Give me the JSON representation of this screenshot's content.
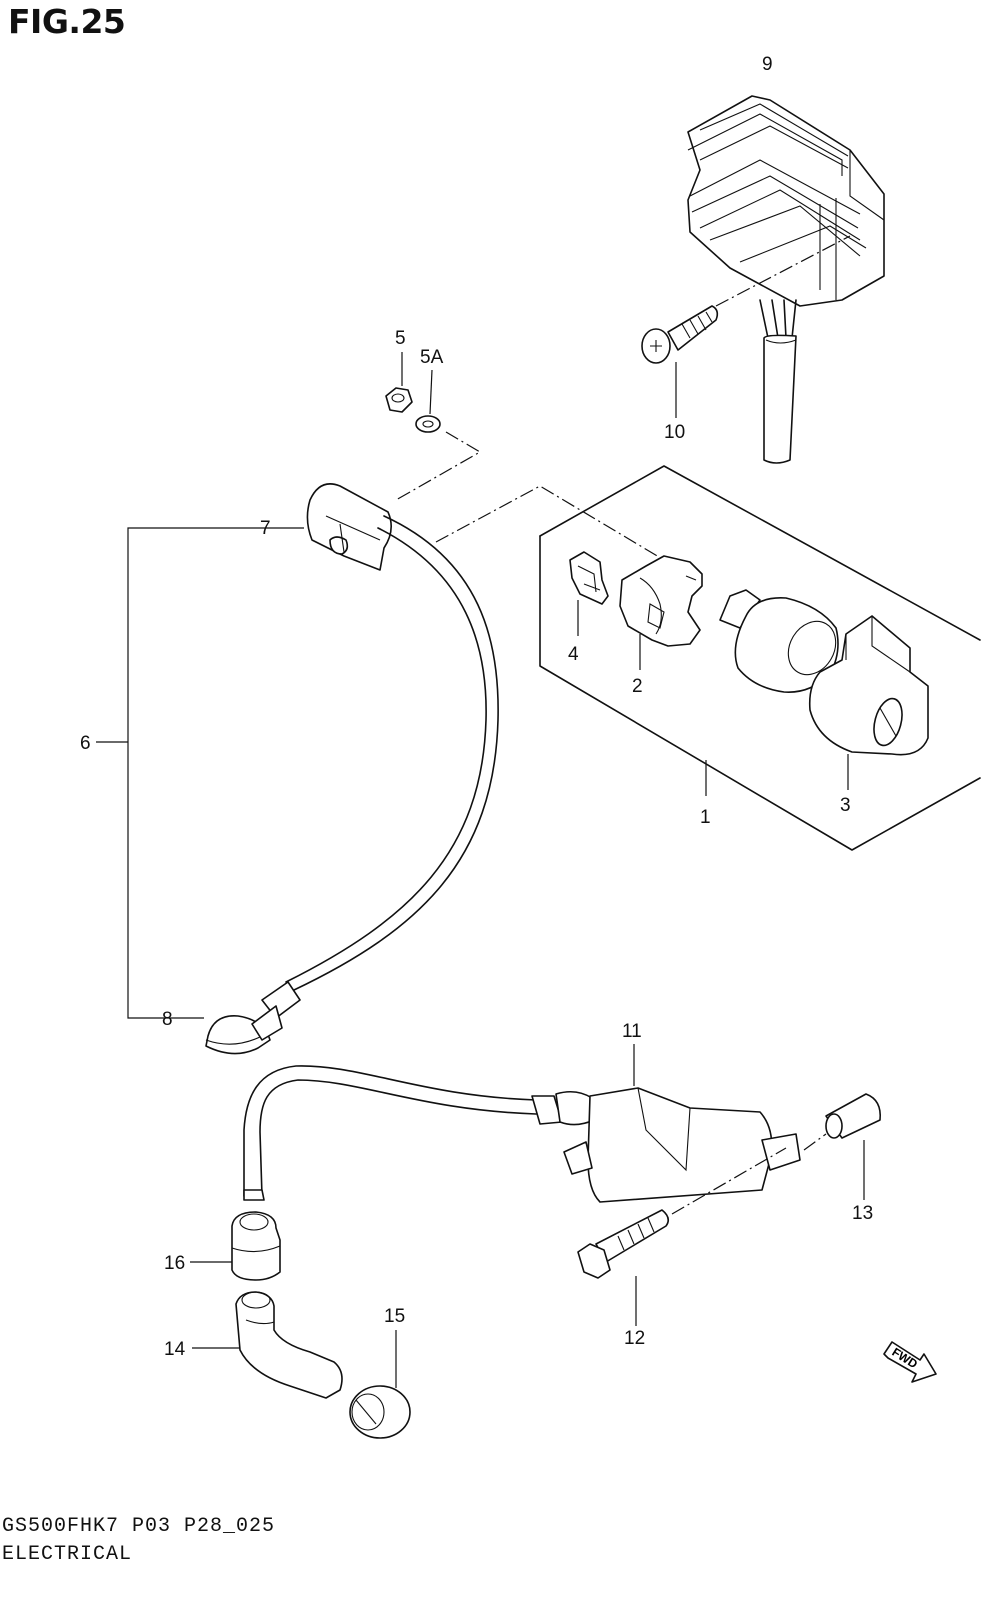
{
  "figure": {
    "title": "FIG.25",
    "footer_code": "GS500FHK7 P03 P28_025",
    "footer_name": "ELECTRICAL",
    "fwd_label": "FWD"
  },
  "callouts": [
    {
      "id": "callout-9",
      "label": "9"
    },
    {
      "id": "callout-10",
      "label": "10"
    },
    {
      "id": "callout-5",
      "label": "5"
    },
    {
      "id": "callout-5a",
      "label": "5A"
    },
    {
      "id": "callout-7",
      "label": "7"
    },
    {
      "id": "callout-6",
      "label": "6"
    },
    {
      "id": "callout-8",
      "label": "8"
    },
    {
      "id": "callout-4",
      "label": "4"
    },
    {
      "id": "callout-2",
      "label": "2"
    },
    {
      "id": "callout-1",
      "label": "1"
    },
    {
      "id": "callout-3",
      "label": "3"
    },
    {
      "id": "callout-11",
      "label": "11"
    },
    {
      "id": "callout-13",
      "label": "13"
    },
    {
      "id": "callout-16",
      "label": "16"
    },
    {
      "id": "callout-12",
      "label": "12"
    },
    {
      "id": "callout-14",
      "label": "14"
    },
    {
      "id": "callout-15",
      "label": "15"
    }
  ]
}
